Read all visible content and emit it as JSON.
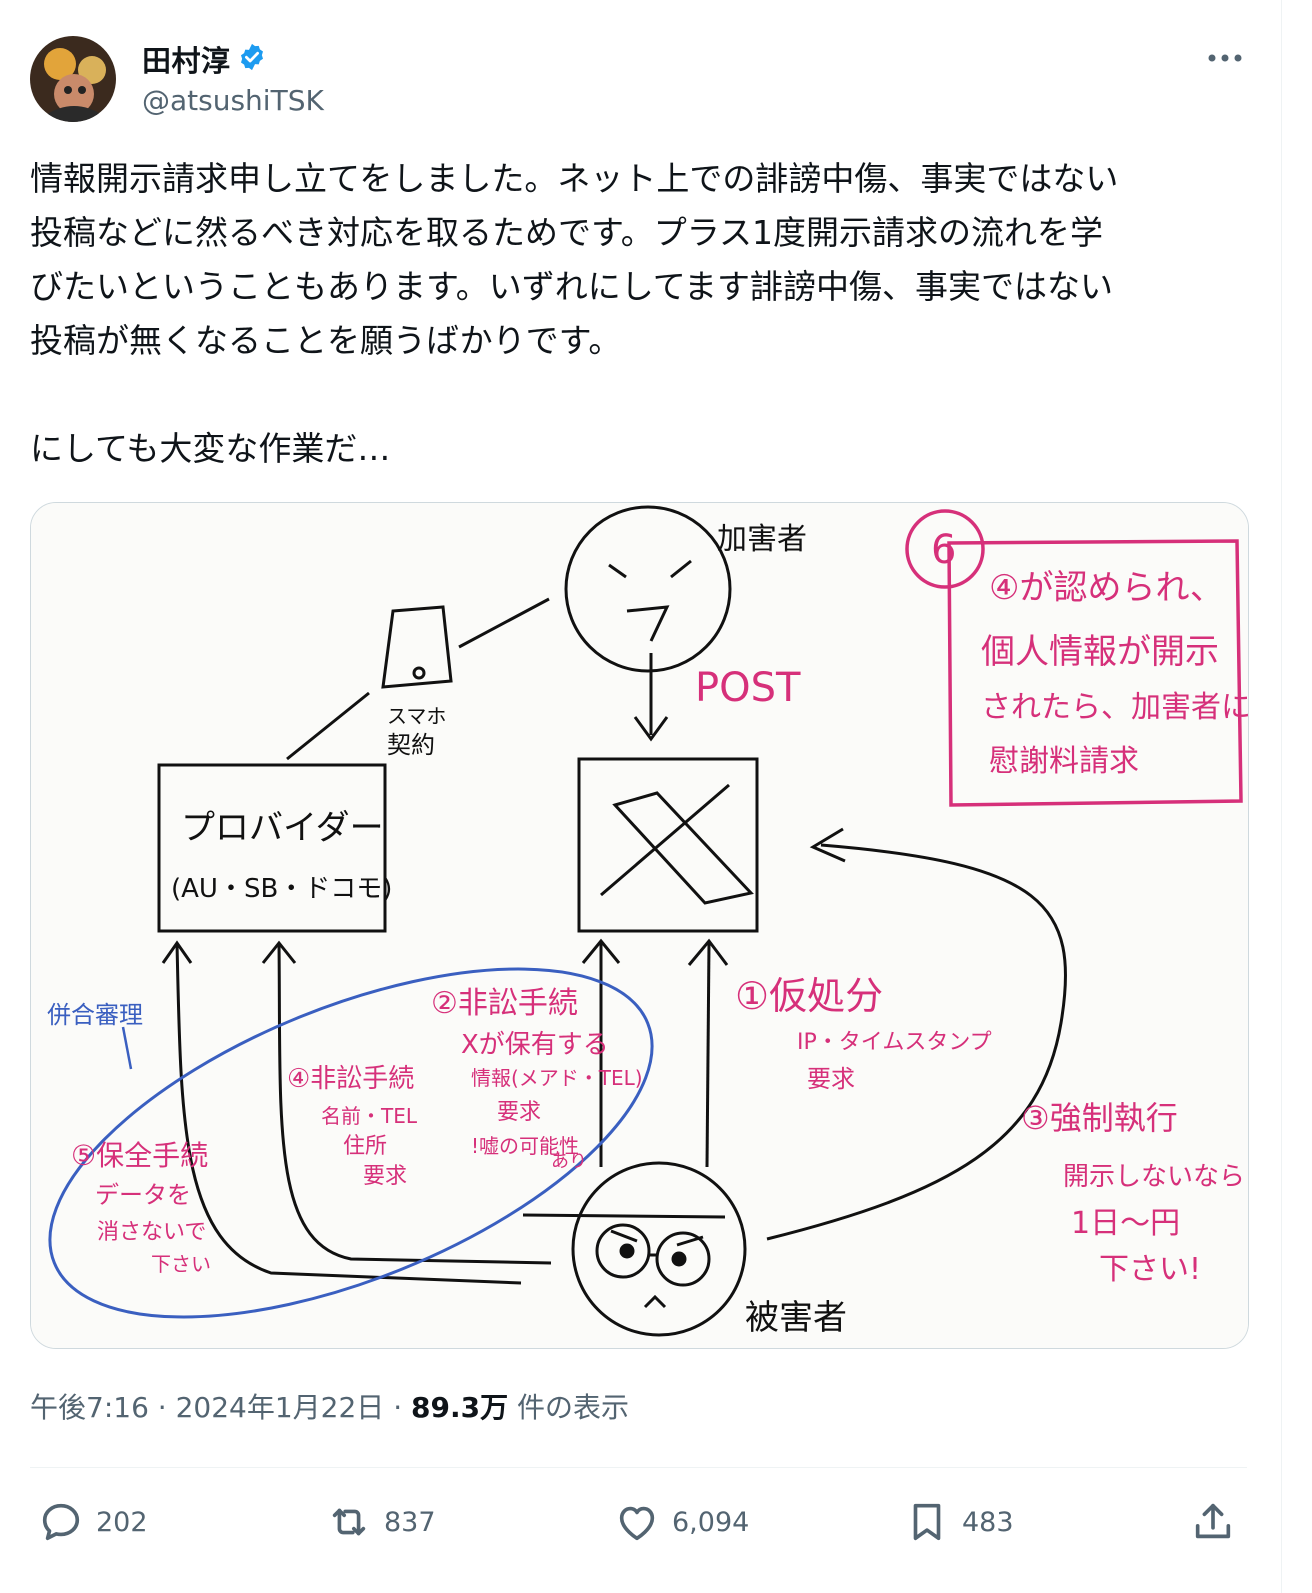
{
  "author": {
    "display_name": "田村淳",
    "handle": "@atsushiTSK",
    "verified": true
  },
  "tweet": {
    "text": "情報開示請求申し立てをしました。ネット上での誹謗中傷、事実ではない\n投稿などに然るべき対応を取るためです。プラス1度開示請求の流れを学\nびたいということもあります。いずれにしてます誹謗中傷、事実ではない\n投稿が無くなることを願うばかりです。\n\nにしても大変な作業だ…"
  },
  "image": {
    "attacker": "加害者",
    "post": "POST",
    "phone": "スマホ",
    "contract": "契約",
    "provider": "プロバイダー",
    "carriers": "(AU・SB・ドコモ)",
    "step6_num": "6",
    "step6_lines": [
      "④が認められ、",
      "個人情報が開示",
      "されたら、加害者に",
      "慰謝料請求"
    ],
    "combined_trial": "併合審理",
    "step2_lines": [
      "②非訟手続",
      "Xが保有する",
      "情報(メアド・TEL)",
      "要求",
      "!嘘の可能性",
      "あり"
    ],
    "step4_lines": [
      "④非訟手続",
      "名前・TEL",
      "住所",
      "要求"
    ],
    "step5_lines": [
      "⑤保全手続",
      "データを",
      "消さないで",
      "下さい"
    ],
    "step1_lines": [
      "①仮処分",
      "IP・タイムスタンプ",
      "要求"
    ],
    "step3_lines": [
      "③強制執行",
      "開示しないなら",
      "1日〜円",
      "下さい!"
    ],
    "victim": "被害者"
  },
  "meta": {
    "time": "午後7:16",
    "sep1": "·",
    "date": "2024年1月22日",
    "sep2": "·",
    "views": "89.3万",
    "views_label": "件の表示"
  },
  "actions": {
    "replies": "202",
    "reposts": "837",
    "likes": "6,094",
    "bookmarks": "483"
  },
  "colors": {
    "verified": "#1d9bf0",
    "magenta": "#d6307a",
    "blue_ink": "#3a5fc0",
    "muted": "#536471"
  }
}
